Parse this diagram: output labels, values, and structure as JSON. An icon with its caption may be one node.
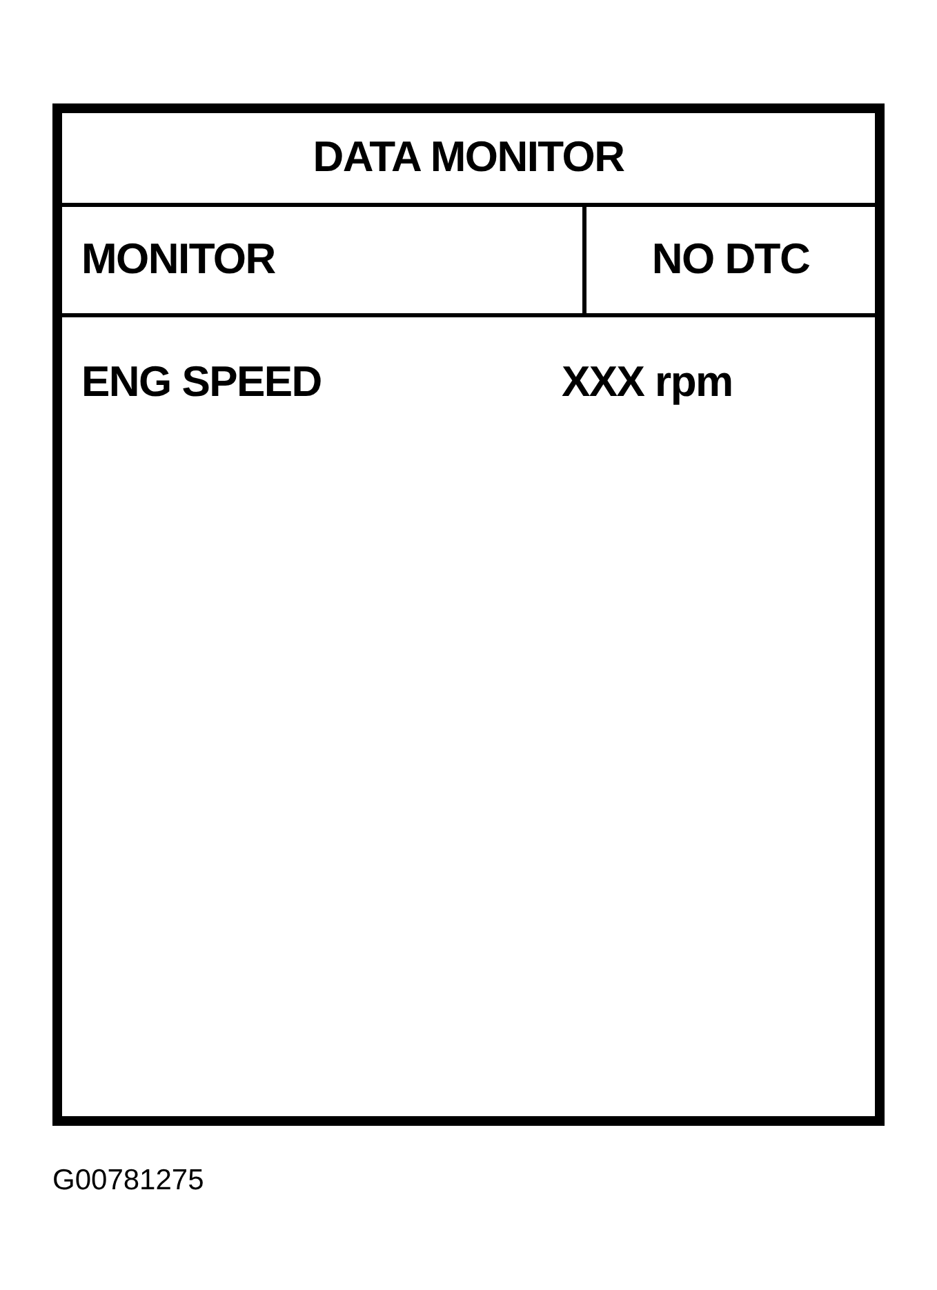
{
  "diagram": {
    "nodes": [
      {
        "text": [
          "DATA MONITOR"
        ]
      },
      {
        "text": [
          "MONITOR"
        ]
      },
      {
        "text": [
          "NO DTC"
        ]
      },
      {
        "text": [
          "ENG SPEED",
          "XXX rpm"
        ]
      }
    ],
    "labels": [
      "G00781275"
    ]
  }
}
